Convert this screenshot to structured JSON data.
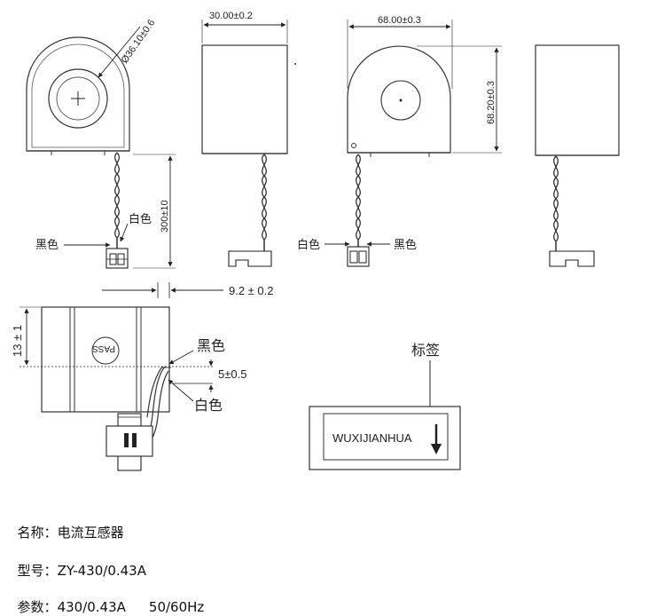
{
  "dimensions": {
    "diameter": "Ø36.10±0.6",
    "thickness": "30.00±0.2",
    "width": "68.00±0.3",
    "height": "68.20±0.3",
    "lead_length": "300±10",
    "pin_width": "9.2 ± 0.2",
    "label_height": "13 ± 1",
    "wire_offset": "5±0.5"
  },
  "labels": {
    "black": "黑色",
    "white": "白色",
    "tag": "标签",
    "pass_stamp": "PASS",
    "brand": "WUXIJIANHUA"
  },
  "info": {
    "name_label": "名称：",
    "name_value": "电流互感器",
    "model_label": "型号：",
    "model_value": "ZY-430/0.43A",
    "params_label": "参数：",
    "params_ratio": "430/0.43A",
    "params_freq": "50/60Hz"
  }
}
